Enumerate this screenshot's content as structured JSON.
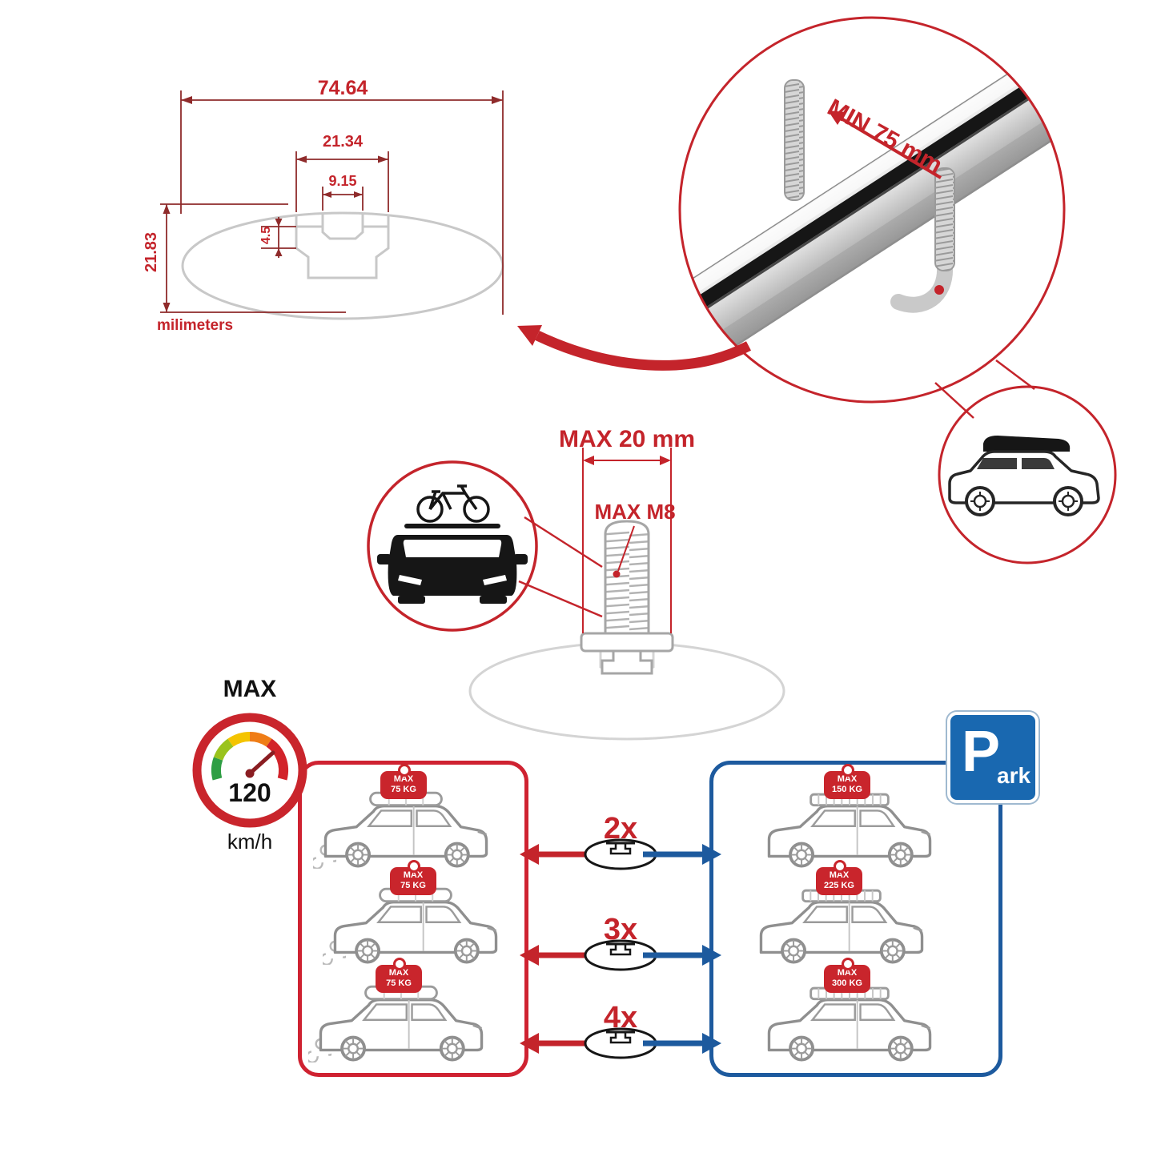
{
  "cross_section": {
    "dim_outer_width": "74.64",
    "dim_mid_width": "21.34",
    "dim_inner_width": "9.15",
    "dim_lip_height": "4.5",
    "dim_height": "21.83",
    "units": "milimeters"
  },
  "bar_detail": {
    "clamp_label": "MIN 75 mm"
  },
  "bolt": {
    "width_label": "MAX 20 mm",
    "thread_label": "MAX M8"
  },
  "speedometer": {
    "top_label": "MAX",
    "value": "120",
    "unit": "km/h"
  },
  "parking": {
    "letter": "P",
    "rest": "ark"
  },
  "left_panel": {
    "cars": [
      {
        "label": "MAX",
        "weight": "75 KG"
      },
      {
        "label": "MAX",
        "weight": "75 KG"
      },
      {
        "label": "MAX",
        "weight": "75 KG"
      }
    ]
  },
  "right_panel": {
    "cars": [
      {
        "label": "MAX",
        "weight": "150 KG"
      },
      {
        "label": "MAX",
        "weight": "225 KG"
      },
      {
        "label": "MAX",
        "weight": "300 KG"
      }
    ]
  },
  "multipliers": [
    "2x",
    "3x",
    "4x"
  ],
  "colors": {
    "red": "#c4242b",
    "blue": "#1d5a9e",
    "gray": "#c8c8c8"
  }
}
